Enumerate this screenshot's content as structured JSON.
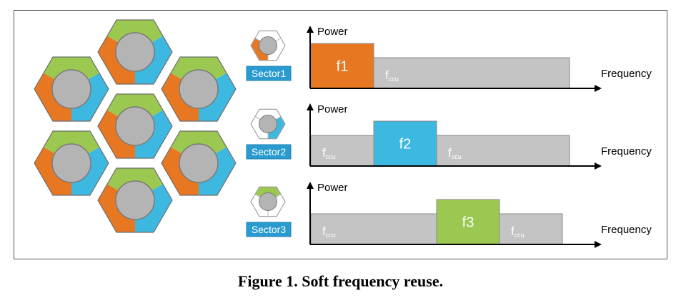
{
  "caption": "Figure 1. Soft frequency reuse.",
  "colors": {
    "orange": "#E87722",
    "blue": "#3DB8E0",
    "green": "#9BC850",
    "gray": "#C4C4C4",
    "center": "#B4B4B4",
    "badge": "#2A9BD0"
  },
  "sectors": [
    {
      "badge": "Sector1",
      "highlight": "orange",
      "y_label": "Power",
      "x_label": "Frequency",
      "blocks": [
        {
          "label": "f1",
          "sub": "",
          "high": true,
          "color": "orange"
        },
        {
          "label": "f",
          "sub": "ccu",
          "high": false,
          "color": "gray",
          "span": "rest"
        }
      ]
    },
    {
      "badge": "Sector2",
      "highlight": "blue",
      "y_label": "Power",
      "x_label": "Frequency",
      "blocks": [
        {
          "label": "f",
          "sub": "ccu",
          "high": false,
          "color": "gray"
        },
        {
          "label": "f2",
          "sub": "",
          "high": true,
          "color": "blue"
        },
        {
          "label": "f",
          "sub": "ccu",
          "high": false,
          "color": "gray",
          "span": "rest"
        }
      ]
    },
    {
      "badge": "Sector3",
      "highlight": "green",
      "y_label": "Power",
      "x_label": "Frequency",
      "blocks": [
        {
          "label": "f",
          "sub": "ccu",
          "high": false,
          "color": "gray",
          "span": "double"
        },
        {
          "label": "f3",
          "sub": "",
          "high": true,
          "color": "green"
        },
        {
          "label": "f",
          "sub": "ccu",
          "high": false,
          "color": "gray"
        }
      ]
    }
  ]
}
